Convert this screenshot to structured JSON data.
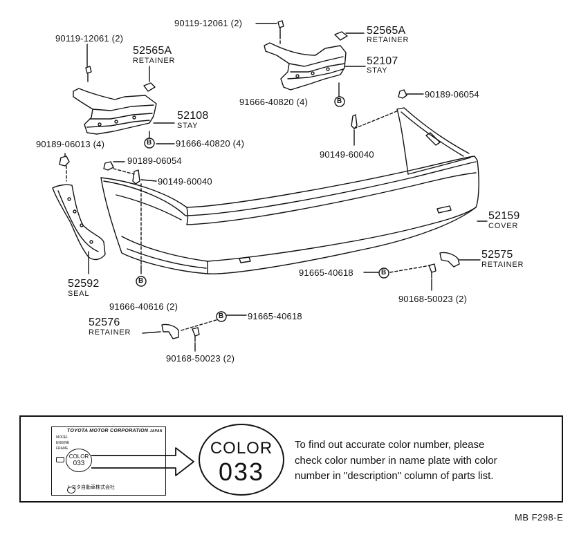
{
  "callouts": {
    "bolt_top_mid": "90119-12061 (2)",
    "bolt_top_left": "90119-12061 (2)",
    "retainer_a_right_pn": "52565A",
    "retainer_a_right_nm": "RETAINER",
    "retainer_a_left_pn": "52565A",
    "retainer_a_left_nm": "RETAINER",
    "stay_right_pn": "52107",
    "stay_right_nm": "STAY",
    "stay_left_pn": "52108",
    "stay_left_nm": "STAY",
    "clip_91666_40820_mid": "91666-40820 (4)",
    "clip_91666_40820_left": "91666-40820 (4)",
    "nut_90189_06054_right": "90189-06054",
    "nut_90189_06013": "90189-06013 (4)",
    "nut_90189_06054_left": "90189-06054",
    "clip_90149_60040_right": "90149-60040",
    "clip_90149_60040_left": "90149-60040",
    "cover_pn": "52159",
    "cover_nm": "COVER",
    "seal_pn": "52592",
    "seal_nm": "SEAL",
    "retainer_right_pn": "52575",
    "retainer_right_nm": "RETAINER",
    "clip_91665_40618_right": "91665-40618",
    "screw_90168_right": "90168-50023 (2)",
    "clip_91666_40616": "91666-40616 (2)",
    "retainer_left_pn": "52576",
    "retainer_left_nm": "RETAINER",
    "clip_91665_40618_left": "91665-40618",
    "screw_90168_left": "90168-50023 (2)",
    "b_marker": "B"
  },
  "note": {
    "plate_header": "TOYOTA MOTOR CORPORATION",
    "plate_japan": "JAPAN",
    "plate_model": "MODEL",
    "plate_engine": "ENGINE",
    "plate_frame": "FRAME",
    "plate_circle_word": "COLOR",
    "plate_circle_num": "033",
    "plate_footer": "トヨタ自動車株式会社",
    "circle_word": "COLOR",
    "circle_num": "033",
    "line1": "To find out accurate color number, please",
    "line2": "check color number in name plate with color",
    "line3": "number in \"description\" column of parts list."
  },
  "ref_code": "MB  F298-E"
}
